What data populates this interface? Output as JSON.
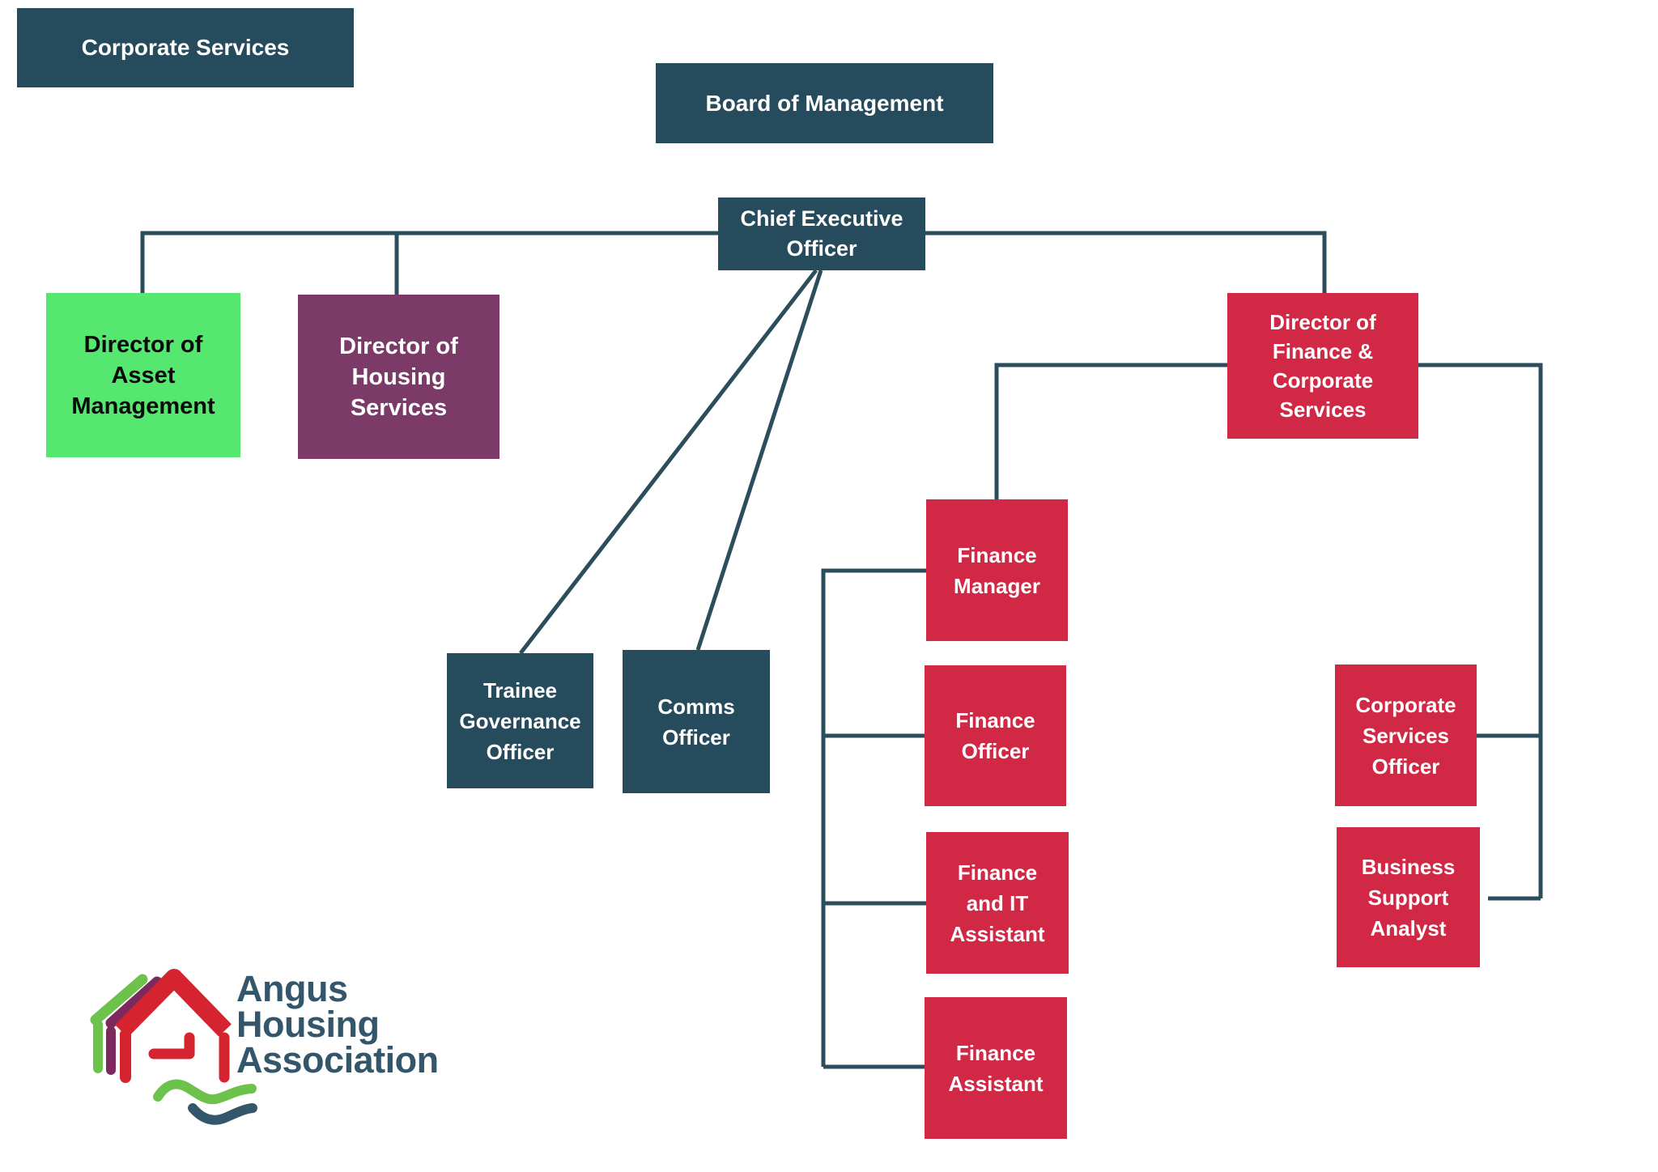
{
  "title": "Corporate Services organisational chart",
  "palette": {
    "teal_box": "#254B5C",
    "red_box": "#D02845",
    "green_box": "#55E76F",
    "purple_box": "#7C3A69",
    "connector_line": "#2B4D5C",
    "logo_green": "#6CC24A",
    "logo_purple": "#7D295D",
    "logo_red": "#D5232F",
    "logo_slate": "#33566B",
    "page_background": "#FFFFFF"
  },
  "nodes": {
    "corporate_services": {
      "label": "Corporate Services"
    },
    "board_of_management": {
      "label": "Board of Management"
    },
    "chief_executive_officer": {
      "label": "Chief Executive\nOfficer"
    },
    "director_asset_management": {
      "label": "Director of\nAsset\nManagement"
    },
    "director_housing_services": {
      "label": "Director of\nHousing\nServices"
    },
    "director_finance_corporate": {
      "label": "Director of\nFinance &\nCorporate\nServices"
    },
    "finance_manager": {
      "label": "Finance\nManager"
    },
    "finance_officer": {
      "label": "Finance\nOfficer"
    },
    "finance_it_assistant": {
      "label": "Finance\nand IT\nAssistant"
    },
    "finance_assistant": {
      "label": "Finance\nAssistant"
    },
    "trainee_governance_officer": {
      "label": "Trainee\nGovernance\nOfficer"
    },
    "comms_officer": {
      "label": "Comms\nOfficer"
    },
    "corporate_services_officer": {
      "label": "Corporate\nServices\nOfficer"
    },
    "business_support_analyst": {
      "label": "Business\nSupport\nAnalyst"
    }
  },
  "logo": {
    "text": "Angus\nHousing\nAssociation"
  }
}
